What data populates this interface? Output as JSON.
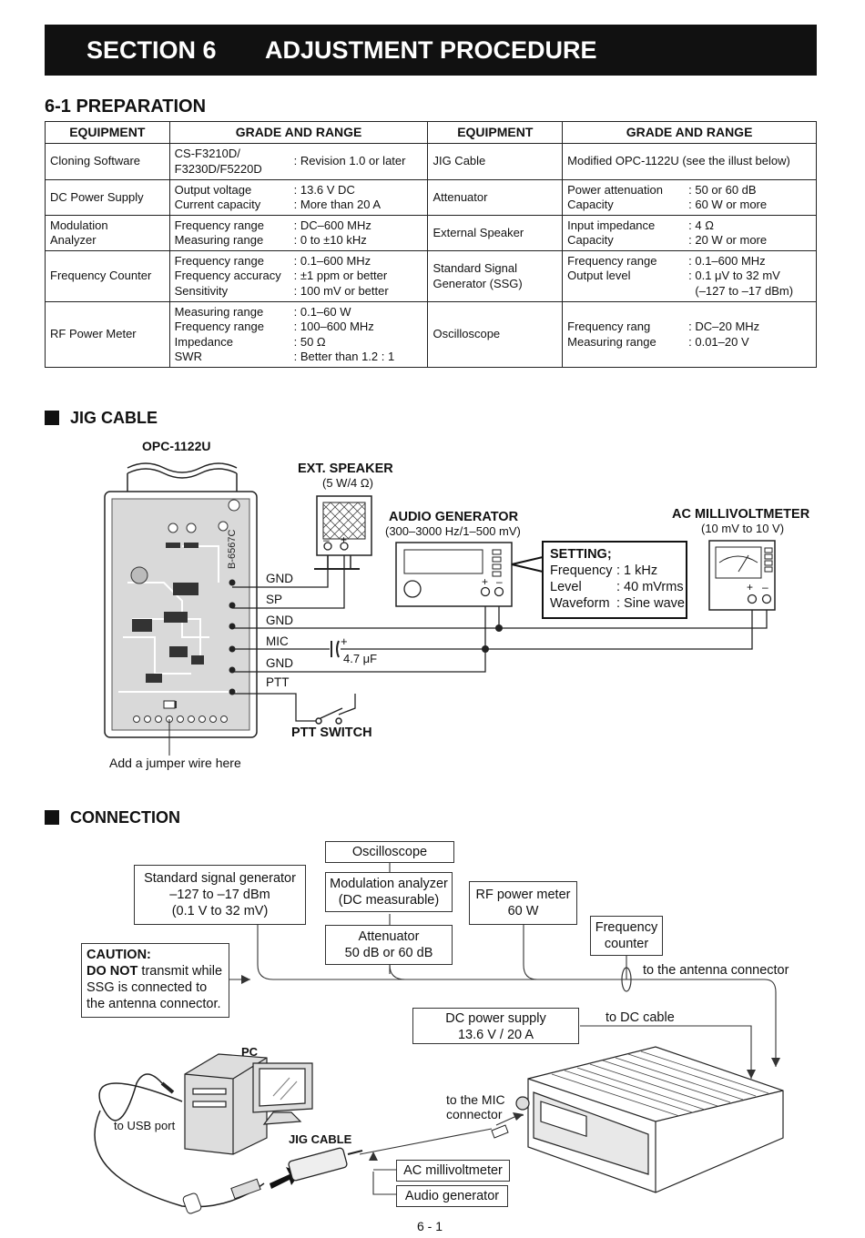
{
  "header": {
    "section": "SECTION 6",
    "title": "ADJUSTMENT PROCEDURE"
  },
  "preparation": {
    "title": "6-1 PREPARATION",
    "headers": [
      "EQUIPMENT",
      "GRADE AND RANGE",
      "EQUIPMENT",
      "GRADE AND RANGE"
    ],
    "left": [
      {
        "name": "Cloning Software",
        "keys": [
          "CS-F3210D/",
          "F3230D/F5220D"
        ],
        "vals": [
          ": Revision 1.0 or later"
        ]
      },
      {
        "name": "DC Power Supply",
        "keys": [
          "Output voltage",
          "Current capacity"
        ],
        "vals": [
          ": 13.6 V DC",
          ": More than 20 A"
        ]
      },
      {
        "name1": "Modulation",
        "name2": "Analyzer",
        "keys": [
          "Frequency range",
          "Measuring range"
        ],
        "vals": [
          ": DC–600 MHz",
          ": 0 to ±10 kHz"
        ]
      },
      {
        "name": "Frequency Counter",
        "keys": [
          "Frequency range",
          "Frequency accuracy",
          "Sensitivity"
        ],
        "vals": [
          ": 0.1–600 MHz",
          ": ±1 ppm or better",
          ": 100 mV or better"
        ]
      },
      {
        "name": "RF Power Meter",
        "keys": [
          "Measuring range",
          "Frequency range",
          "Impedance",
          "SWR"
        ],
        "vals": [
          ": 0.1–60 W",
          ": 100–600 MHz",
          ": 50 Ω",
          ": Better than 1.2 : 1"
        ]
      }
    ],
    "right": [
      {
        "name": "JIG Cable",
        "text": "Modified OPC-1122U (see the illust below)"
      },
      {
        "name": "Attenuator",
        "keys": [
          "Power attenuation",
          "Capacity"
        ],
        "vals": [
          ": 50 or 60 dB",
          ": 60 W or more"
        ]
      },
      {
        "name": "External Speaker",
        "keys": [
          "Input impedance",
          "Capacity"
        ],
        "vals": [
          ": 4 Ω",
          ": 20 W or more"
        ]
      },
      {
        "name1": "Standard Signal",
        "name2": "Generator (SSG)",
        "keys": [
          "Frequency range",
          "Output level"
        ],
        "vals": [
          ": 0.1–600 MHz",
          ": 0.1 μV to 32 mV",
          "  (–127 to –17 dBm)"
        ]
      },
      {
        "name": "Oscilloscope",
        "keys": [
          "Frequency rang",
          "Measuring range"
        ],
        "vals": [
          ": DC–20 MHz",
          ": 0.01–20 V"
        ]
      }
    ]
  },
  "jig": {
    "title": "JIG CABLE",
    "opc": "OPC-1122U",
    "pcb_code": "B-6567C",
    "ext_speaker": "EXT. SPEAKER",
    "ext_speaker_sub": "(5 W/4 Ω)",
    "audio_gen": "AUDIO GENERATOR",
    "audio_gen_sub": "(300–3000 Hz/1–500 mV)",
    "ac_mv": "AC MILLIVOLTMETER",
    "ac_mv_sub": "(10 mV to 10 V)",
    "setting_title": "SETTING;",
    "setting_keys": [
      "Frequency",
      "Level",
      "Waveform"
    ],
    "setting_vals": [
      ": 1 kHz",
      ": 40 mVrms",
      ": Sine wave"
    ],
    "pins": [
      "GND",
      "SP",
      "GND",
      "MIC",
      "GND",
      "PTT"
    ],
    "cap": "4.7 μF",
    "ptt_switch": "PTT SWITCH",
    "jumper": "Add a jumper wire here",
    "plus": "+",
    "minus": "–"
  },
  "connection": {
    "title": "CONNECTION",
    "oscilloscope": "Oscilloscope",
    "mod1": "Modulation analyzer",
    "mod2": "(DC measurable)",
    "att1": "Attenuator",
    "att2": "50 dB or 60 dB",
    "ssg1": "Standard signal generator",
    "ssg2": "–127 to –17 dBm",
    "ssg3": "(0.1 V to 32 mV)",
    "rf1": "RF power meter",
    "rf2": "60 W",
    "fc1": "Frequency",
    "fc2": "counter",
    "caution_title": "CAUTION:",
    "caution_bold": "DO NOT",
    "caution_rest1": " transmit while",
    "caution_rest2": "SSG is connected to",
    "caution_rest3": "the antenna connector.",
    "antenna": "to the antenna connector",
    "dc1": "DC power supply",
    "dc2": "13.6 V / 20 A",
    "dc_cable": "to DC cable",
    "pc": "PC",
    "usb": "to USB port",
    "mic1": "to the MIC",
    "mic2": "connector",
    "jig_cable": "JIG CABLE",
    "ac_mv": "AC millivoltmeter",
    "audio_gen": "Audio generator"
  },
  "footer": {
    "page": "6 - 1"
  }
}
